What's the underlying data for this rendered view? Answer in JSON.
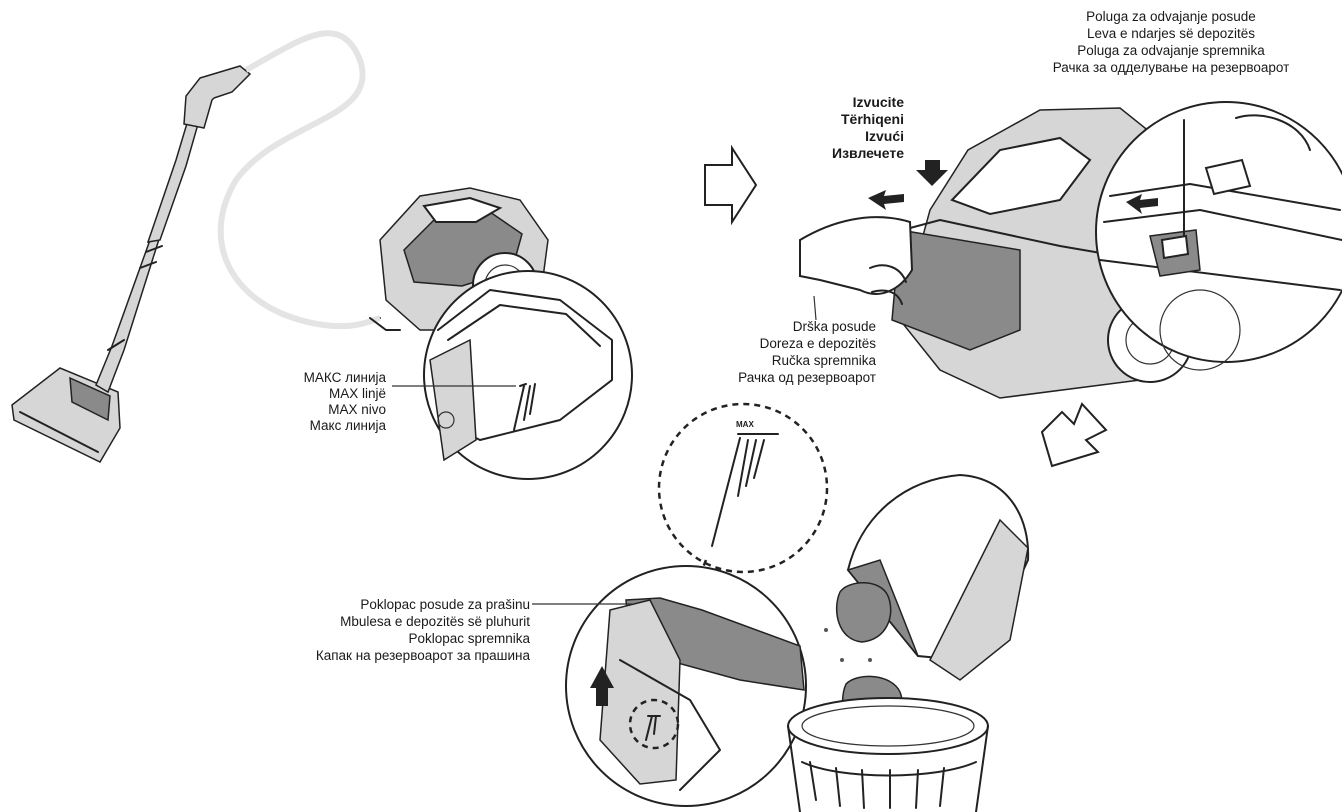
{
  "labels": {
    "max_line": [
      "МАКС линија",
      "MAX linjë",
      "MAX nivo",
      "Макс линија"
    ],
    "pull_out": [
      "Izvucite",
      "Tërhiqeni",
      "Izvući",
      "Извлечете"
    ],
    "release_lever": [
      "Poluga za odvajanje posude",
      "Leva e ndarjes së depozitës",
      "Poluga za odvajanje spremnika",
      "Рачка за одделување на резервоарот"
    ],
    "container_handle": [
      "Drška posude",
      "Doreza e depozitës",
      "Ručka spremnika",
      "Рачка од резервоарот"
    ],
    "dust_cover": [
      "Poklopac posude za prašinu",
      "Mbulesa e depozitës së pluhurit",
      "Poklopac spremnika",
      "Капак на резервоарот за прашина"
    ],
    "max_mark": "MAX"
  },
  "icons": [
    "vacuum-cleaner-illustration",
    "arrow-right-icon",
    "arrow-down-icon",
    "trash-bin-icon",
    "dust-container-illustration"
  ]
}
